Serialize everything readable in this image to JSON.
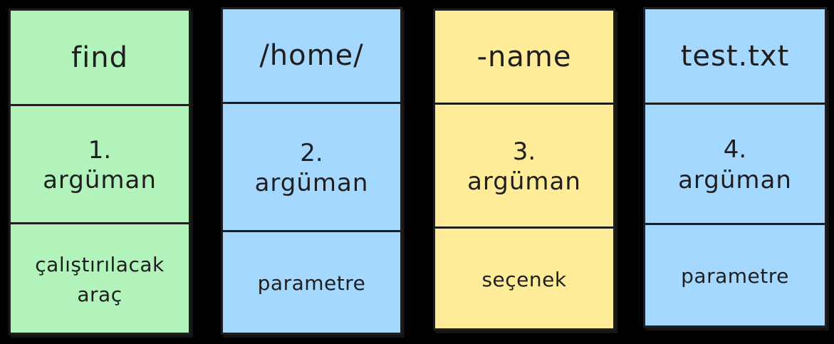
{
  "colors": {
    "green": "#b2f2bb",
    "blue": "#a5d8ff",
    "yellow": "#ffec99",
    "stroke": "#1e1e1e",
    "background": "#000000"
  },
  "columns": [
    {
      "title": "find",
      "arg_number": "1.",
      "arg_word": "argüman",
      "role_lines": [
        "çalıştırılacak",
        "araç"
      ],
      "color": "green"
    },
    {
      "title": "/home/",
      "arg_number": "2.",
      "arg_word": "argüman",
      "role_lines": [
        "parametre"
      ],
      "color": "blue"
    },
    {
      "title": "-name",
      "arg_number": "3.",
      "arg_word": "argüman",
      "role_lines": [
        "seçenek"
      ],
      "color": "yellow"
    },
    {
      "title": "test.txt",
      "arg_number": "4.",
      "arg_word": "argüman",
      "role_lines": [
        "parametre"
      ],
      "color": "blue"
    }
  ]
}
